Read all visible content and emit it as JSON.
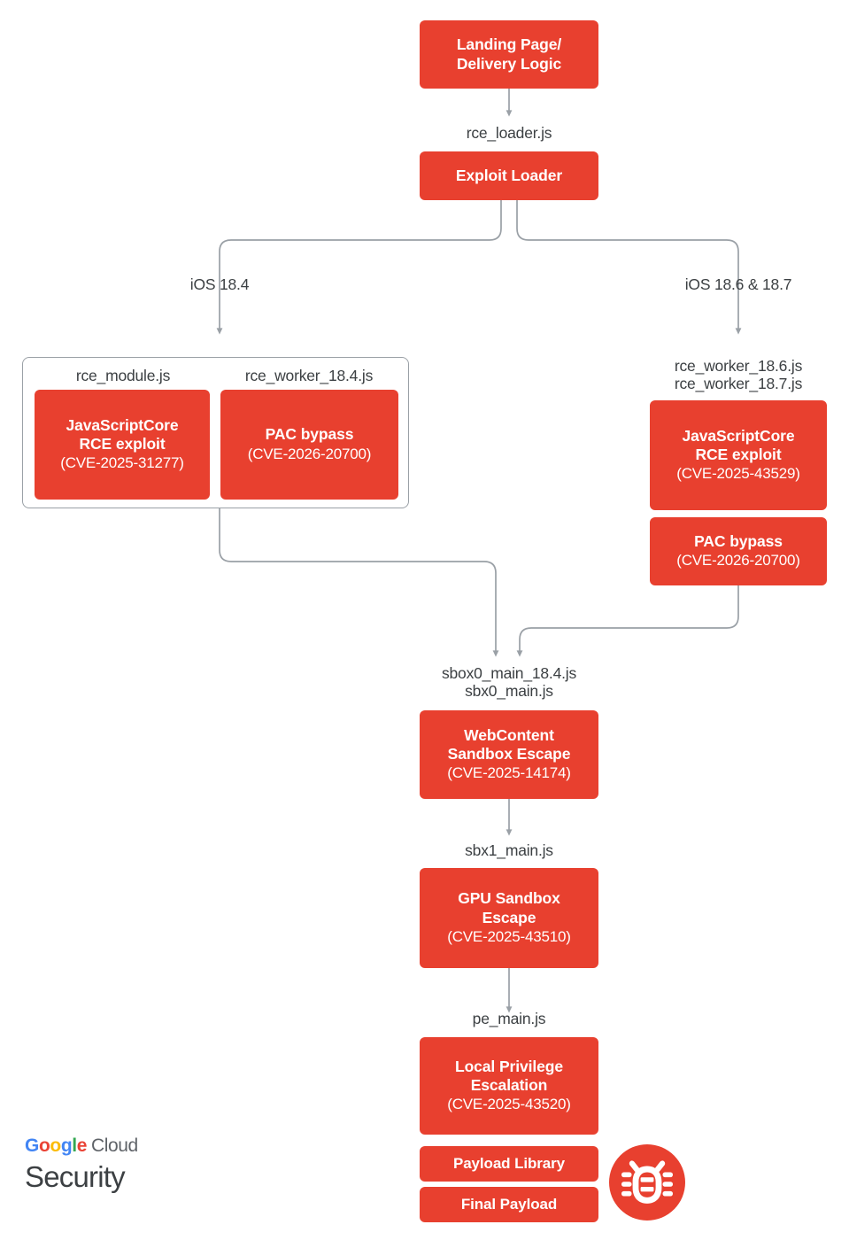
{
  "diagram": {
    "title": "iOS exploit chain flow",
    "accent_color": "#E8402F",
    "wire_color": "#9aa0a6",
    "text_color": "#3c4043"
  },
  "nodes": {
    "landing": {
      "title": "Landing Page/\nDelivery Logic"
    },
    "loader": {
      "title": "Exploit Loader"
    },
    "left_jsc": {
      "title": "JavaScriptCore\nRCE exploit",
      "cve": "(CVE-2025-31277)"
    },
    "left_pac": {
      "title": "PAC bypass",
      "cve": "(CVE-2026-20700)"
    },
    "right_jsc": {
      "title": "JavaScriptCore\nRCE exploit",
      "cve": "(CVE-2025-43529)"
    },
    "right_pac": {
      "title": "PAC bypass",
      "cve": "(CVE-2026-20700)"
    },
    "webcontent": {
      "title": "WebContent\nSandbox Escape",
      "cve": "(CVE-2025-14174)"
    },
    "gpu": {
      "title": "GPU Sandbox\nEscape",
      "cve": "(CVE-2025-43510)"
    },
    "lpe": {
      "title": "Local Privilege\nEscalation",
      "cve": "(CVE-2025-43520)"
    },
    "payload_library": {
      "title": "Payload Library"
    },
    "final_payload": {
      "title": "Final Payload"
    }
  },
  "edge_labels": {
    "rce_loader": "rce_loader.js",
    "ios_184": "iOS 18.4",
    "ios_186_187": "iOS 18.6 & 18.7",
    "sbox0": "sbox0_main_18.4.js\nsbx0_main.js",
    "sbx1": "sbx1_main.js",
    "pe_main": "pe_main.js"
  },
  "slot_labels": {
    "rce_module": "rce_module.js",
    "rce_worker_184": "rce_worker_18.4.js",
    "rce_worker_186_187": "rce_worker_18.6.js\nrce_worker_18.7.js"
  },
  "logo": {
    "g1": "G",
    "g2": "o",
    "g3": "o",
    "g4": "g",
    "g5": "l",
    "g6": "e",
    "cloud": "Cloud",
    "security": "Security"
  },
  "icons": {
    "bug": "bug-icon"
  }
}
